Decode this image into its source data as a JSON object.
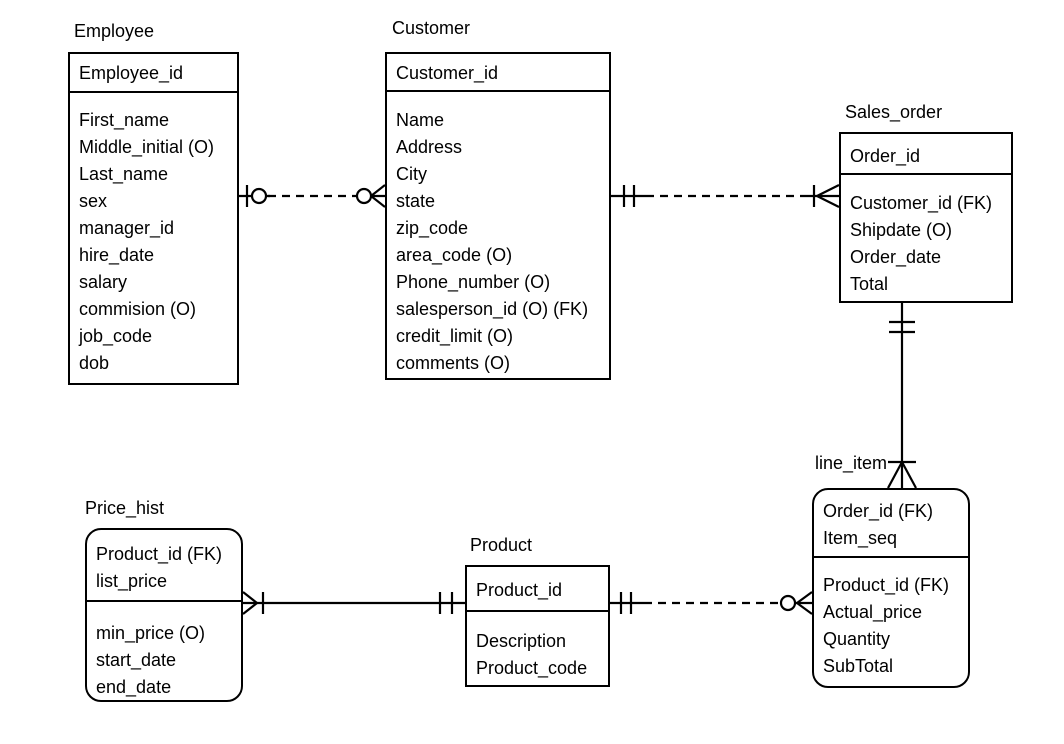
{
  "page": {
    "description": "Entity-relationship diagram (crow's foot notation) for an order entry database schema",
    "background_color": "#ffffff",
    "line_color": "#000000",
    "text_color": "#000000"
  },
  "entities": {
    "employee": {
      "title": "Employee",
      "shape": "rectangle",
      "pk": [
        "Employee_id"
      ],
      "attrs": [
        "First_name",
        "Middle_initial (O)",
        "Last_name",
        "sex",
        "manager_id",
        "hire_date",
        "salary",
        "commision (O)",
        "job_code",
        "dob"
      ]
    },
    "customer": {
      "title": "Customer",
      "shape": "rectangle",
      "pk": [
        "Customer_id"
      ],
      "attrs": [
        "Name",
        "Address",
        "City",
        "state",
        "zip_code",
        "area_code (O)",
        "Phone_number (O)",
        "salesperson_id (O) (FK)",
        "credit_limit (O)",
        "comments (O)"
      ]
    },
    "sales_order": {
      "title": "Sales_order",
      "shape": "rectangle",
      "pk": [
        "Order_id"
      ],
      "attrs": [
        "Customer_id (FK)",
        "Shipdate (O)",
        "Order_date",
        "Total"
      ]
    },
    "price_hist": {
      "title": "Price_hist",
      "shape": "rounded",
      "pk": [
        "Product_id (FK)",
        "list_price"
      ],
      "attrs": [
        "min_price (O)",
        "start_date",
        "end_date"
      ]
    },
    "product": {
      "title": "Product",
      "shape": "rectangle",
      "pk": [
        "Product_id"
      ],
      "attrs": [
        "Description",
        "Product_code"
      ]
    },
    "line_item": {
      "title": "line_item",
      "shape": "rounded",
      "pk": [
        "Order_id (FK)",
        "Item_seq"
      ],
      "attrs": [
        "Product_id (FK)",
        "Actual_price",
        "Quantity",
        "SubTotal"
      ]
    }
  },
  "relationships": [
    {
      "from": "Employee",
      "to": "Customer",
      "line": "dashed",
      "from_cardinality": "bar + circle (zero or one)",
      "to_cardinality": "circle + crow's foot (zero or many)"
    },
    {
      "from": "Customer",
      "to": "Sales_order",
      "line": "dashed",
      "from_cardinality": "double bar (exactly one)",
      "to_cardinality": "bar + crow's foot (one or many)"
    },
    {
      "from": "Sales_order",
      "to": "line_item",
      "line": "solid",
      "from_cardinality": "double bar (exactly one)",
      "to_cardinality": "bar + crow's foot (one or many)"
    },
    {
      "from": "Price_hist",
      "to": "Product",
      "line": "solid",
      "from_cardinality": "crow's foot + bar (one or many)",
      "to_cardinality": "double bar (exactly one)"
    },
    {
      "from": "Product",
      "to": "line_item",
      "line": "dashed",
      "from_cardinality": "double bar (exactly one)",
      "to_cardinality": "circle + crow's foot (zero or many)"
    }
  ]
}
